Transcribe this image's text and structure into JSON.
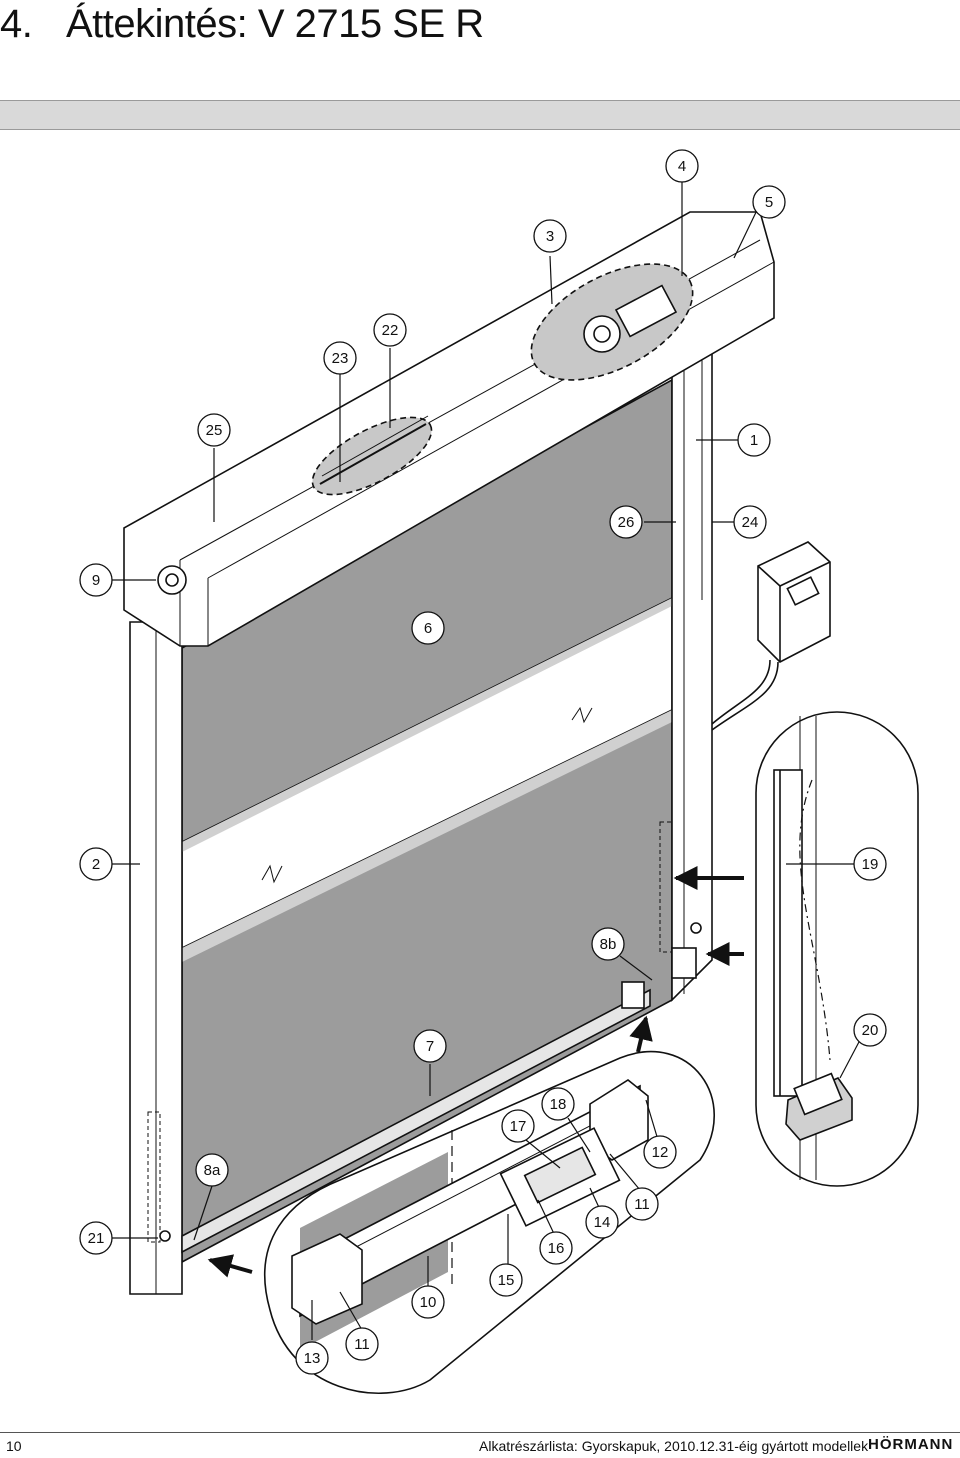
{
  "header": {
    "section_number": "4.",
    "title": "Áttekintés: V 2715 SE R"
  },
  "callouts": [
    {
      "id": "c4",
      "label": "4"
    },
    {
      "id": "c5",
      "label": "5"
    },
    {
      "id": "c3",
      "label": "3"
    },
    {
      "id": "c22",
      "label": "22"
    },
    {
      "id": "c23",
      "label": "23"
    },
    {
      "id": "c25",
      "label": "25"
    },
    {
      "id": "c1",
      "label": "1"
    },
    {
      "id": "c26",
      "label": "26"
    },
    {
      "id": "c24",
      "label": "24"
    },
    {
      "id": "c9",
      "label": "9"
    },
    {
      "id": "c6",
      "label": "6"
    },
    {
      "id": "c2",
      "label": "2"
    },
    {
      "id": "c19",
      "label": "19"
    },
    {
      "id": "c8b",
      "label": "8b"
    },
    {
      "id": "c20",
      "label": "20"
    },
    {
      "id": "c7",
      "label": "7"
    },
    {
      "id": "c18",
      "label": "18"
    },
    {
      "id": "c17",
      "label": "17"
    },
    {
      "id": "c12",
      "label": "12"
    },
    {
      "id": "c8a",
      "label": "8a"
    },
    {
      "id": "c11a",
      "label": "11"
    },
    {
      "id": "c14",
      "label": "14"
    },
    {
      "id": "c21",
      "label": "21"
    },
    {
      "id": "c16",
      "label": "16"
    },
    {
      "id": "c15",
      "label": "15"
    },
    {
      "id": "c10",
      "label": "10"
    },
    {
      "id": "c11b",
      "label": "11"
    },
    {
      "id": "c13",
      "label": "13"
    }
  ],
  "footer": {
    "page_number": "10",
    "document_title": "Alkatrészárlista: Gyorskapuk, 2010.12.31-éig gyártott modellek",
    "brand": "HÖRMANN"
  }
}
